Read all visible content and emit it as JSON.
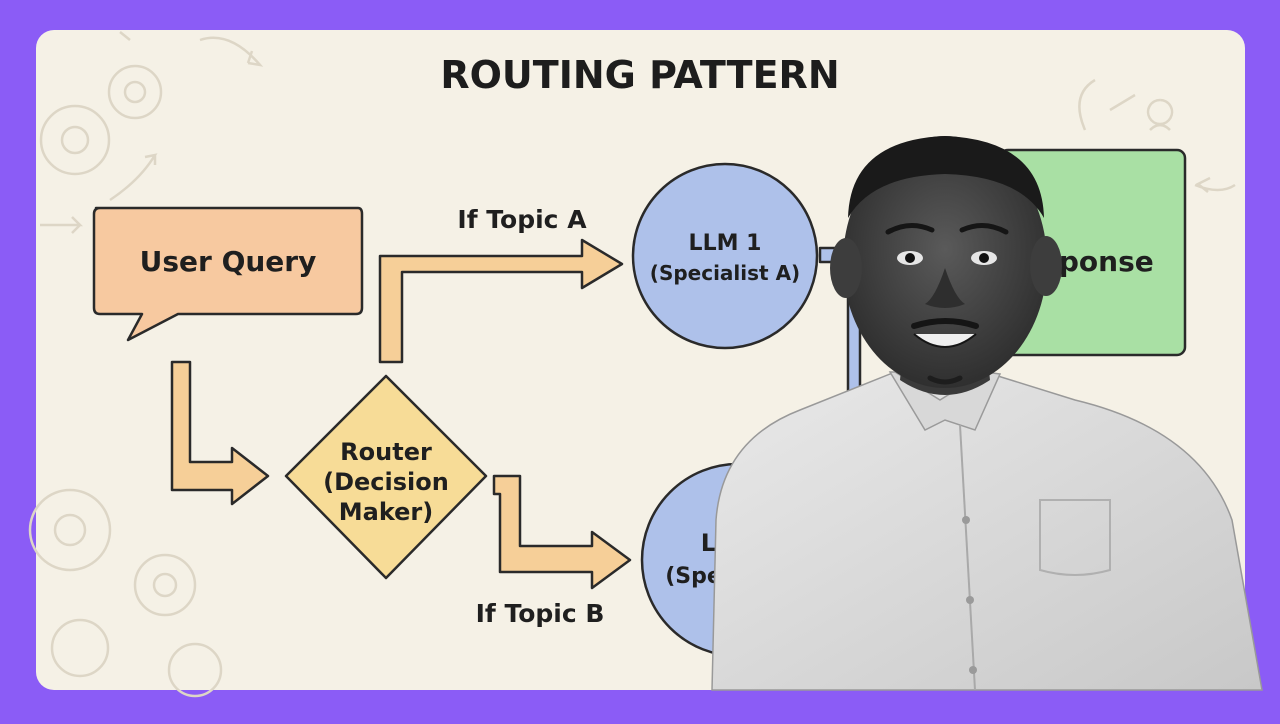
{
  "diagram": {
    "title": "ROUTING PATTERN",
    "nodes": {
      "user_query": {
        "label": "User Query"
      },
      "router": {
        "lines": [
          "Router",
          "(Decision",
          "Maker)"
        ]
      },
      "llm1": {
        "lines": [
          "LLM 1",
          "(Specialist A)"
        ]
      },
      "llm2": {
        "lines": [
          "LL",
          "(Spec"
        ]
      },
      "response": {
        "label": "sponse"
      }
    },
    "edges": {
      "topic_a": "If Topic A",
      "topic_b": "If Topic B"
    }
  },
  "colors": {
    "frame": "#8b5cf6",
    "paper": "#f5f1e6",
    "query_fill": "#f7c9a0",
    "router_fill": "#f7dc97",
    "llm_fill": "#aec1ea",
    "response_fill": "#a9e0a4",
    "arrow_fill": "#f6cf98",
    "ink": "#222222"
  }
}
